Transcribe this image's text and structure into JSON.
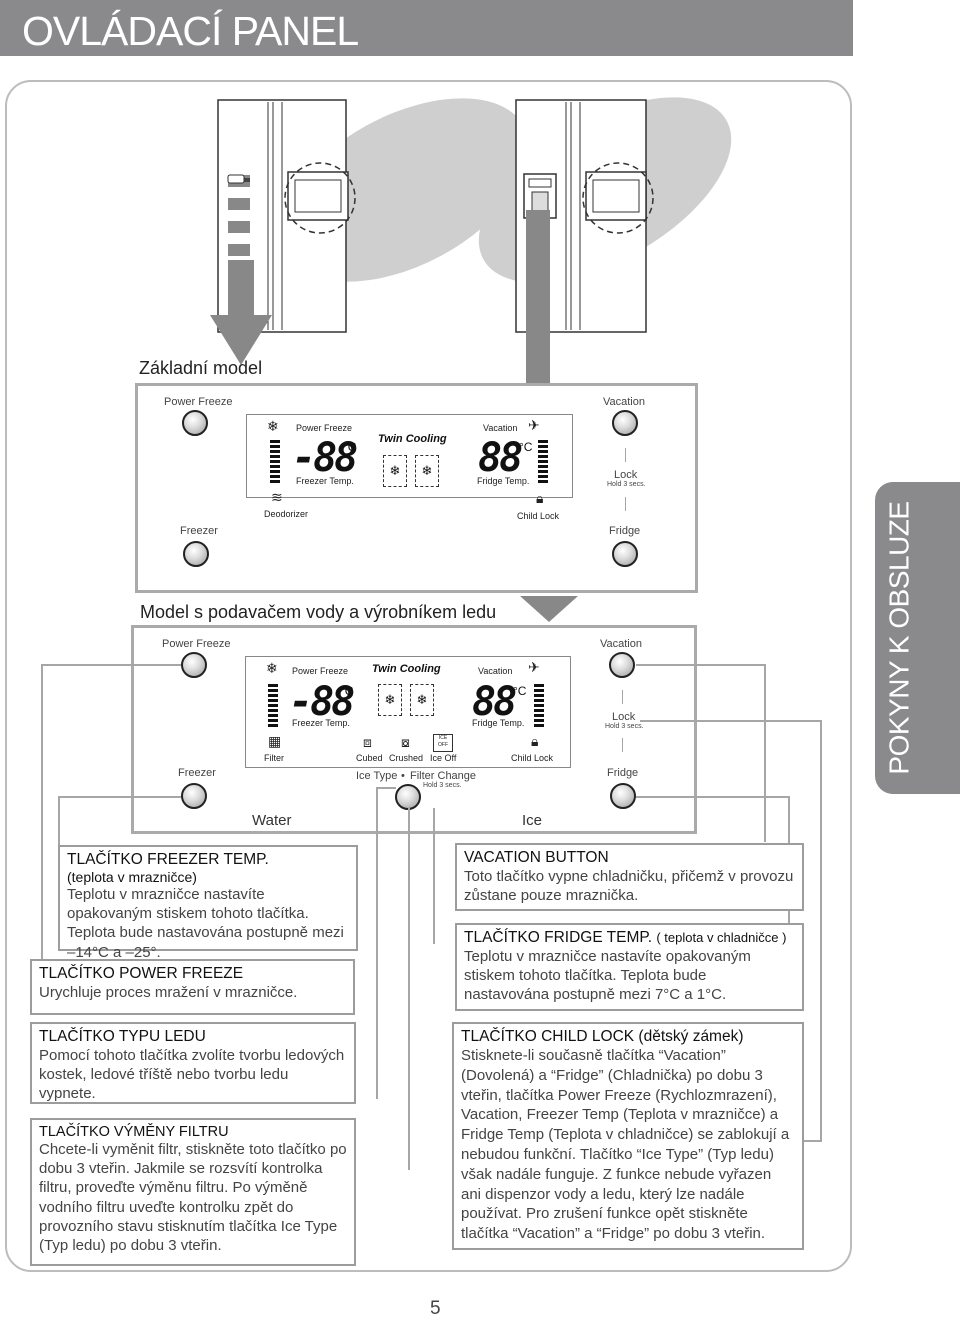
{
  "header": {
    "title": "OVLÁDACÍ PANEL"
  },
  "side_tab": {
    "text": "POKYNY K OBSLUZE"
  },
  "basic_model": {
    "label": "Základní model",
    "power_freeze": "Power Freeze",
    "freezer": "Freezer",
    "vacation": "Vacation",
    "fridge": "Fridge",
    "lock": "Lock",
    "lock_hold": "Hold 3 secs.",
    "display": {
      "power_freeze": "Power Freeze",
      "freezer_temp": "Freezer Temp.",
      "twin_cooling": "Twin Cooling",
      "vacation": "Vacation",
      "fridge_temp": "Fridge Temp.",
      "deodorizer": "Deodorizer",
      "child_lock": "Child Lock",
      "digits_left": "-88",
      "digits_right": "88",
      "deg_c": "°C"
    }
  },
  "dispenser_model": {
    "label": "Model s podavačem vody a výrobníkem ledu",
    "power_freeze": "Power Freeze",
    "freezer": "Freezer",
    "vacation": "Vacation",
    "fridge": "Fridge",
    "lock": "Lock",
    "lock_hold": "Hold 3 secs.",
    "ice_type": "Ice Type",
    "filter_change": "Filter Change",
    "filter_hold": "Hold 3 secs.",
    "water": "Water",
    "ice": "Ice",
    "display": {
      "power_freeze": "Power Freeze",
      "freezer_temp": "Freezer Temp.",
      "twin_cooling": "Twin Cooling",
      "vacation": "Vacation",
      "fridge_temp": "Fridge Temp.",
      "filter": "Filter",
      "cubed": "Cubed",
      "crushed": "Crushed",
      "ice_off": "Ice Off",
      "ice_off_icon": "ICE OFF",
      "child_lock": "Child Lock",
      "digits_left": "-88",
      "digits_right": "88",
      "deg_c": "°C"
    }
  },
  "descriptions": {
    "freezer_temp": {
      "title": "TLAČÍTKO FREEZER TEMP.",
      "subtitle": "(teplota v mrazničce)",
      "text": "Teplotu v mrazničce nastavíte opakovaným stiskem tohoto tlačítka. Teplota bude nastavována postupně mezi –14°C a –25°."
    },
    "power_freeze": {
      "title": "TLAČÍTKO POWER FREEZE",
      "text": "Urychluje proces mražení v mrazničce."
    },
    "ice_type": {
      "title": "TLAČÍTKO TYPU LEDU",
      "text": "Pomocí tohoto tlačítka zvolíte tvorbu ledových kostek, ledové tříště nebo tvorbu ledu vypnete."
    },
    "filter": {
      "title": "TLAČÍTKO VÝMĚNY FILTRU",
      "text": "Chcete-li vyměnit filtr, stiskněte toto tlačítko po dobu 3 vteřin. Jakmile se rozsvítí kontrolka filtru, proveďte výměnu filtru. Po výměně vodního filtru uveďte kontrolku zpět do provozního stavu stisknutím tlačítka Ice Type (Typ ledu) po dobu 3 vteřin."
    },
    "vacation": {
      "title": "VACATION BUTTON",
      "text": "Toto tlačítko vypne chladničku, přičemž v provozu zůstane pouze mraznička."
    },
    "fridge_temp": {
      "title": "TLAČÍTKO FRIDGE TEMP.",
      "subtitle": "( teplota v chladničce )",
      "text": "Teplotu v mrazničce nastavíte opakovaným stiskem tohoto tlačítka. Teplota bude nastavována postupně mezi 7°C a 1°C."
    },
    "child_lock": {
      "title": "TLAČÍTKO CHILD LOCK (dětský zámek)",
      "text": "Stisknete-li současně tlačítka “Vacation” (Dovolená) a “Fridge” (Chladnička) po dobu 3 vteřin, tlačítka Power Freeze (Rychlozmrazení), Vacation, Freezer Temp (Teplota v mrazničce) a Fridge Temp (Teplota v chladničce) se zablokují a nebudou funkční. Tlačítko “Ice Type” (Typ ledu) však nadále funguje. Z funkce nebude vyřazen ani dispenzor vody a ledu, který lze nadále používat. Pro zrušení funkce opět stiskněte tlačítka “Vacation” a “Fridge” po dobu 3 vteřin."
    }
  },
  "page_number": "5"
}
